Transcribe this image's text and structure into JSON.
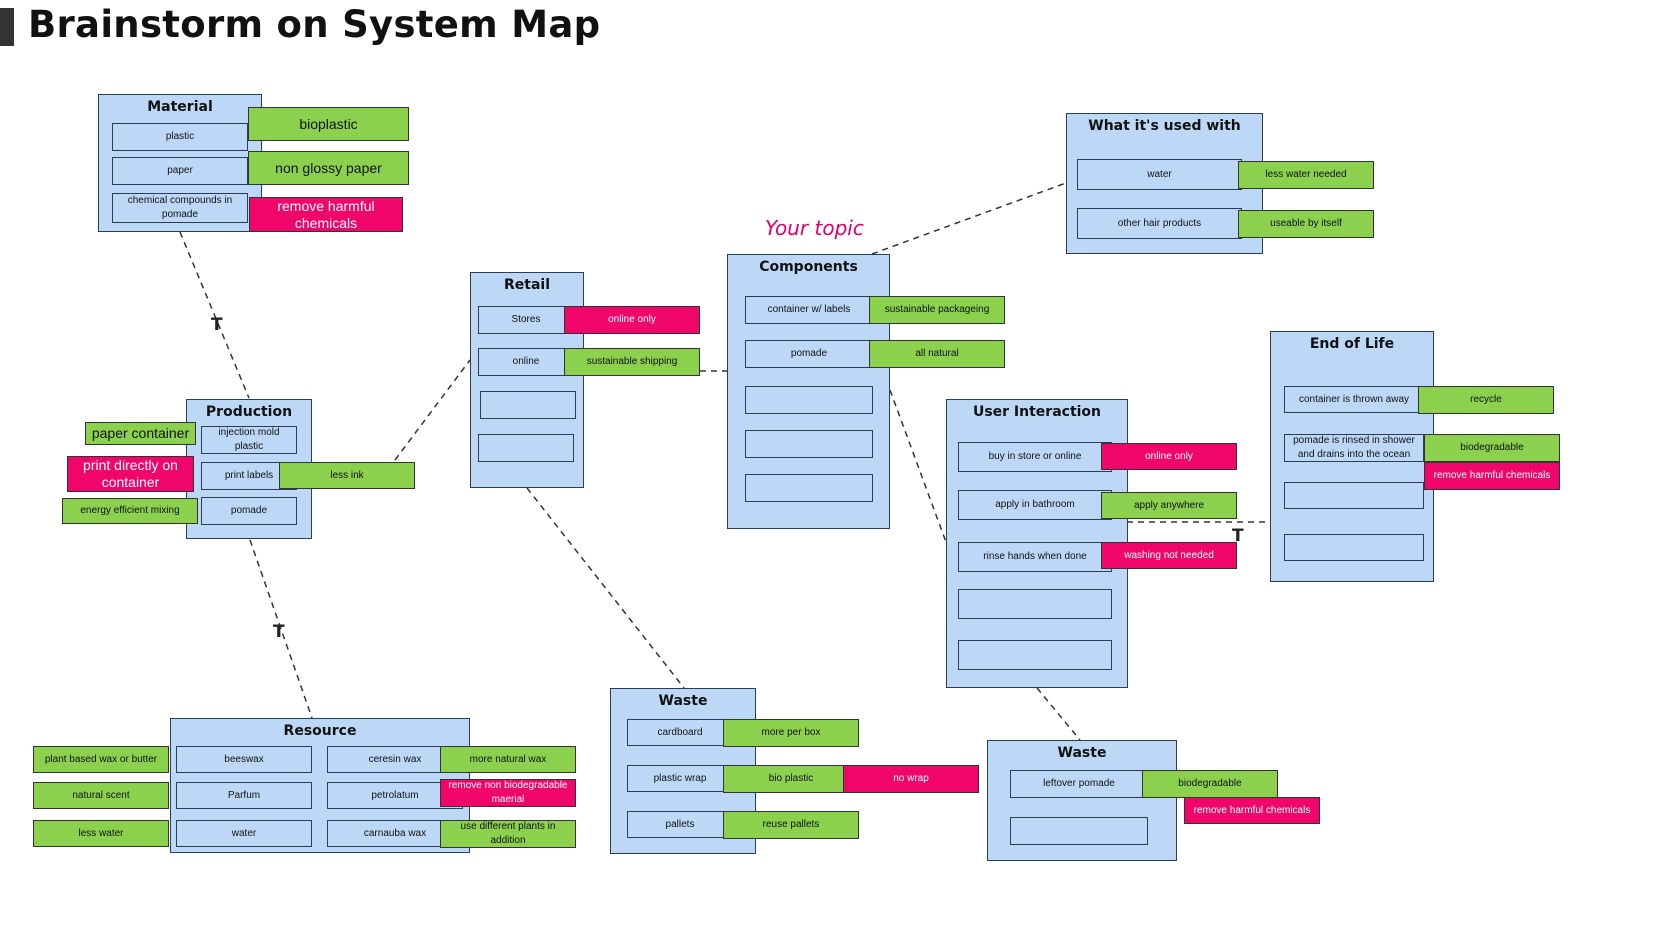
{
  "title": "Brainstorm on System Map",
  "your_topic": "Your topic",
  "colors": {
    "panel_fill": "#bcd8f6",
    "green_note": "#8bd14e",
    "pink_note": "#f0066b"
  },
  "connector_marker": "T",
  "material": {
    "title": "Material",
    "items": [
      "plastic",
      "paper",
      "chemical compounds in pomade"
    ],
    "notes": [
      "bioplastic",
      "non glossy paper",
      "remove harmful chemicals"
    ]
  },
  "production": {
    "title": "Production",
    "items": [
      "injection mold plastic",
      "print labels",
      "pomade"
    ],
    "notes": [
      "paper container",
      "print directly on container",
      "energy efficient mixing",
      "less ink"
    ]
  },
  "resource": {
    "title": "Resource",
    "items": [
      "beeswax",
      "Parfum",
      "water",
      "ceresin wax",
      "petrolatum",
      "carnauba wax"
    ],
    "notes": [
      "plant based wax or butter",
      "natural scent",
      "less water",
      "more natural wax",
      "remove non biodegradable maerial",
      "use different plants in addition"
    ]
  },
  "retail": {
    "title": "Retail",
    "items": [
      "Stores",
      "online",
      "",
      ""
    ],
    "notes": [
      "online only",
      "sustainable shipping"
    ]
  },
  "waste_left": {
    "title": "Waste",
    "items": [
      "cardboard",
      "plastic wrap",
      "pallets"
    ],
    "notes": [
      "more per box",
      "bio plastic",
      "no wrap",
      "reuse pallets"
    ]
  },
  "components": {
    "title": "Components",
    "items": [
      "container w/ labels",
      "pomade",
      "",
      "",
      ""
    ],
    "notes": [
      "sustainable packageing",
      "all natural"
    ]
  },
  "used_with": {
    "title": "What it's used with",
    "items": [
      "water",
      "other hair products"
    ],
    "notes": [
      "less water needed",
      "useable by itself"
    ]
  },
  "user_interaction": {
    "title": "User Interaction",
    "items": [
      "buy in store or online",
      "apply in bathroom",
      "rinse hands when done",
      "",
      ""
    ],
    "notes": [
      "online only",
      "apply anywhere",
      "washing not needed"
    ]
  },
  "end_of_life": {
    "title": "End of Life",
    "items": [
      "container is thrown away",
      "pomade is rinsed in shower and drains into the ocean",
      "",
      ""
    ],
    "notes": [
      "recycle",
      "biodegradable",
      "remove harmful chemicals"
    ]
  },
  "waste_right": {
    "title": "Waste",
    "items": [
      "leftover pomade",
      ""
    ],
    "notes": [
      "biodegradable",
      "remove harmful chemicals"
    ]
  }
}
